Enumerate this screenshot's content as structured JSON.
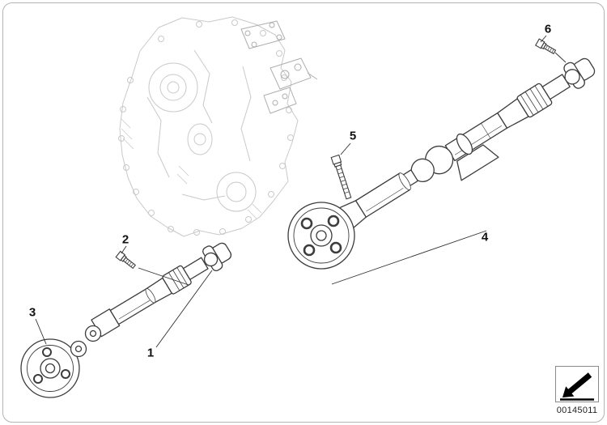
{
  "callouts": [
    {
      "label": "1"
    },
    {
      "label": "2"
    },
    {
      "label": "3"
    },
    {
      "label": "4"
    },
    {
      "label": "5"
    },
    {
      "label": "6"
    }
  ],
  "legend": {
    "part_number": "00145011",
    "icons": {
      "direction_arrow": "arrow-to-lower-left"
    }
  }
}
